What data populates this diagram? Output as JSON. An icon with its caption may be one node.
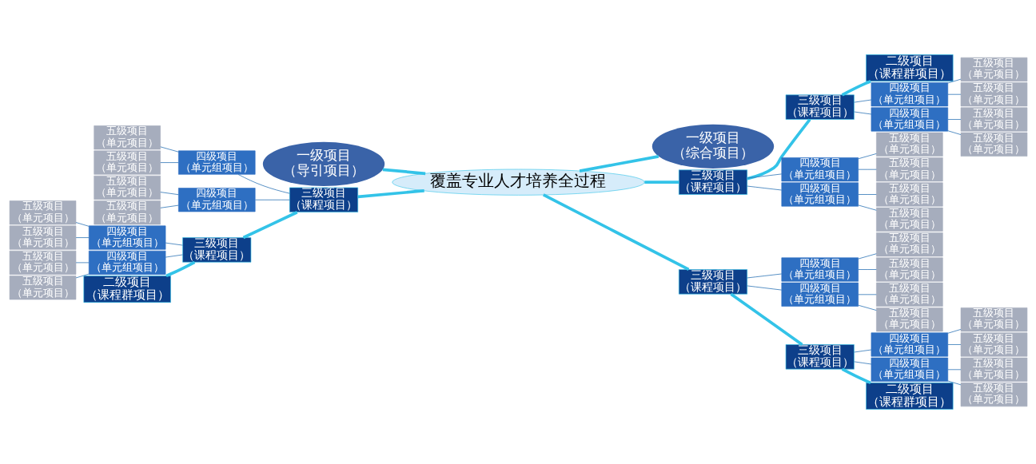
{
  "diagram": {
    "nodes": [
      {
        "text": [
          "一级项目",
          "（导引项目）"
        ]
      },
      {
        "text": [
          "覆盖专业人才培养全过程"
        ]
      },
      {
        "text": [
          "一级项目",
          "（综合项目）"
        ]
      },
      {
        "text": [
          "二级项目",
          "（课程群项目）"
        ]
      },
      {
        "text": [
          "三级项目",
          "（课程项目）"
        ]
      },
      {
        "text": [
          "四级项目",
          "（单元组项目）"
        ]
      },
      {
        "text": [
          "五级项目",
          "（单元项目）"
        ]
      },
      {
        "text": [
          "五级项目",
          "（单元项目）"
        ]
      },
      {
        "text": [
          "四级项目",
          "（单元组项目）"
        ]
      },
      {
        "text": [
          "五级项目",
          "（单元项目）"
        ]
      },
      {
        "text": [
          "五级项目",
          "（单元项目）"
        ]
      },
      {
        "text": [
          "三级项目",
          "（课程项目）"
        ]
      },
      {
        "text": [
          "四级项目",
          "（单元组项目）"
        ]
      },
      {
        "text": [
          "五级项目",
          "（单元项目）"
        ]
      },
      {
        "text": [
          "五级项目",
          "（单元项目）"
        ]
      },
      {
        "text": [
          "四级项目",
          "（单元组项目）"
        ]
      },
      {
        "text": [
          "五级项目",
          "（单元项目）"
        ]
      },
      {
        "text": [
          "五级项目",
          "（单元项目）"
        ]
      },
      {
        "text": [
          "三级项目",
          "（课程项目）"
        ]
      },
      {
        "text": [
          "四级项目",
          "（单元组项目）"
        ]
      },
      {
        "text": [
          "五级项目",
          "（单元项目）"
        ]
      },
      {
        "text": [
          "五级项目",
          "（单元项目）"
        ]
      },
      {
        "text": [
          "四级项目",
          "（单元组项目）"
        ]
      },
      {
        "text": [
          "五级项目",
          "（单元项目）"
        ]
      },
      {
        "text": [
          "五级项目",
          "（单元项目）"
        ]
      },
      {
        "text": [
          "三级项目",
          "（课程项目）"
        ]
      },
      {
        "text": [
          "四级项目",
          "（单元组项目）"
        ]
      },
      {
        "text": [
          "五级项目",
          "（单元项目）"
        ]
      },
      {
        "text": [
          "五级项目",
          "（单元项目）"
        ]
      },
      {
        "text": [
          "四级项目",
          "（单元组项目）"
        ]
      },
      {
        "text": [
          "五级项目",
          "（单元项目）"
        ]
      },
      {
        "text": [
          "五级项目",
          "（单元项目）"
        ]
      },
      {
        "text": [
          "二级项目",
          "（课程群项目）"
        ]
      },
      {
        "text": [
          "三级项目",
          "（课程项目）"
        ]
      },
      {
        "text": [
          "四级项目",
          "（单元组项目）"
        ]
      },
      {
        "text": [
          "五级项目",
          "（单元项目）"
        ]
      },
      {
        "text": [
          "五级项目",
          "（单元项目）"
        ]
      },
      {
        "text": [
          "四级项目",
          "（单元组项目）"
        ]
      },
      {
        "text": [
          "五级项目",
          "（单元项目）"
        ]
      },
      {
        "text": [
          "五级项目",
          "（单元项目）"
        ]
      },
      {
        "text": [
          "三级项目",
          "（课程项目）"
        ]
      },
      {
        "text": [
          "四级项目",
          "（单元组项目）"
        ]
      },
      {
        "text": [
          "五级项目",
          "（单元项目）"
        ]
      },
      {
        "text": [
          "五级项目",
          "（单元项目）"
        ]
      },
      {
        "text": [
          "四级项目",
          "（单元组项目）"
        ]
      },
      {
        "text": [
          "五级项目",
          "（单元项目）"
        ]
      },
      {
        "text": [
          "五级项目",
          "（单元项目）"
        ]
      },
      {
        "text": [
          "二级项目",
          "（课程群项目）"
        ]
      }
    ],
    "edges": [
      {
        "from": 0,
        "to": 1,
        "arrow": "none",
        "style": "thick",
        "color": "#33c3e8"
      },
      {
        "from": 1,
        "to": 2,
        "arrow": "none",
        "style": "thick",
        "color": "#33c3e8"
      },
      {
        "from": 3,
        "to": 4,
        "arrow": "none",
        "style": "thick",
        "color": "#33c3e8"
      },
      {
        "from": 4,
        "to": 11,
        "arrow": "none",
        "style": "thick",
        "color": "#33c3e8"
      },
      {
        "from": 11,
        "to": 1,
        "arrow": "none",
        "style": "thick",
        "color": "#33c3e8"
      },
      {
        "from": 4,
        "to": 5,
        "arrow": "none"
      },
      {
        "from": 5,
        "to": 6,
        "arrow": "none"
      },
      {
        "from": 5,
        "to": 7,
        "arrow": "none"
      },
      {
        "from": 4,
        "to": 8,
        "arrow": "none"
      },
      {
        "from": 8,
        "to": 9,
        "arrow": "none"
      },
      {
        "from": 8,
        "to": 10,
        "arrow": "none"
      },
      {
        "from": 11,
        "to": 12,
        "arrow": "none"
      },
      {
        "from": 12,
        "to": 13,
        "arrow": "none"
      },
      {
        "from": 12,
        "to": 14,
        "arrow": "none"
      },
      {
        "from": 11,
        "to": 15,
        "arrow": "none"
      },
      {
        "from": 15,
        "to": 16,
        "arrow": "none"
      },
      {
        "from": 15,
        "to": 17,
        "arrow": "none"
      },
      {
        "from": 1,
        "to": 18,
        "arrow": "none",
        "style": "thick",
        "color": "#33c3e8"
      },
      {
        "from": 18,
        "to": 25,
        "arrow": "none",
        "style": "thick",
        "color": "#33c3e8"
      },
      {
        "from": 25,
        "to": 32,
        "arrow": "none",
        "style": "thick",
        "color": "#33c3e8"
      },
      {
        "from": 18,
        "to": 19,
        "arrow": "none"
      },
      {
        "from": 19,
        "to": 20,
        "arrow": "none"
      },
      {
        "from": 19,
        "to": 21,
        "arrow": "none"
      },
      {
        "from": 18,
        "to": 22,
        "arrow": "none"
      },
      {
        "from": 22,
        "to": 23,
        "arrow": "none"
      },
      {
        "from": 22,
        "to": 24,
        "arrow": "none"
      },
      {
        "from": 25,
        "to": 26,
        "arrow": "none"
      },
      {
        "from": 26,
        "to": 27,
        "arrow": "none"
      },
      {
        "from": 26,
        "to": 28,
        "arrow": "none"
      },
      {
        "from": 25,
        "to": 29,
        "arrow": "none"
      },
      {
        "from": 29,
        "to": 30,
        "arrow": "none"
      },
      {
        "from": 29,
        "to": 31,
        "arrow": "none"
      },
      {
        "from": 1,
        "to": 33,
        "arrow": "none",
        "style": "thick",
        "color": "#33c3e8"
      },
      {
        "from": 33,
        "to": 40,
        "arrow": "none",
        "style": "thick",
        "color": "#33c3e8"
      },
      {
        "from": 40,
        "to": 47,
        "arrow": "none",
        "style": "thick",
        "color": "#33c3e8"
      },
      {
        "from": 33,
        "to": 34,
        "arrow": "none"
      },
      {
        "from": 34,
        "to": 35,
        "arrow": "none"
      },
      {
        "from": 34,
        "to": 36,
        "arrow": "none"
      },
      {
        "from": 33,
        "to": 37,
        "arrow": "none"
      },
      {
        "from": 37,
        "to": 38,
        "arrow": "none"
      },
      {
        "from": 37,
        "to": 39,
        "arrow": "none"
      },
      {
        "from": 40,
        "to": 41,
        "arrow": "none"
      },
      {
        "from": 41,
        "to": 42,
        "arrow": "none"
      },
      {
        "from": 41,
        "to": 43,
        "arrow": "none"
      },
      {
        "from": 40,
        "to": 44,
        "arrow": "none"
      },
      {
        "from": 44,
        "to": 45,
        "arrow": "none"
      },
      {
        "from": 44,
        "to": 46,
        "arrow": "none"
      }
    ]
  }
}
